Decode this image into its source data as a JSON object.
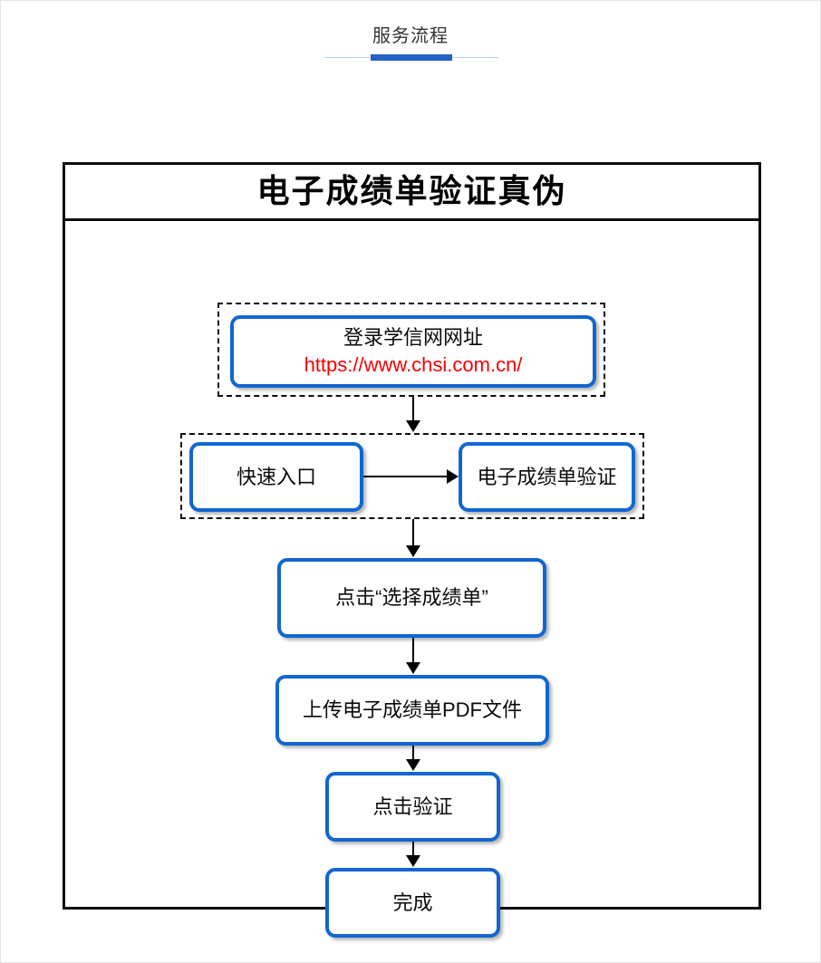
{
  "header": {
    "section_title": "服务流程"
  },
  "flowchart": {
    "title": "电子成绩单验证真伪",
    "nodes": {
      "login_line1": "登录学信网网址",
      "login_url": "https://www.chsi.com.cn/",
      "quick_entry": "快速入口",
      "verify_entry": "电子成绩单验证",
      "select_transcript": "点击“选择成绩单”",
      "upload_pdf": "上传电子成绩单PDF文件",
      "click_verify": "点击验证",
      "done": "完成"
    },
    "colors": {
      "node_border_blue": "#1266d1",
      "url_red": "#f40000",
      "accent_bar_blue": "#2462c4",
      "underline_light_blue": "#b9cfe9",
      "frame_black": "#0d0d0d"
    }
  }
}
